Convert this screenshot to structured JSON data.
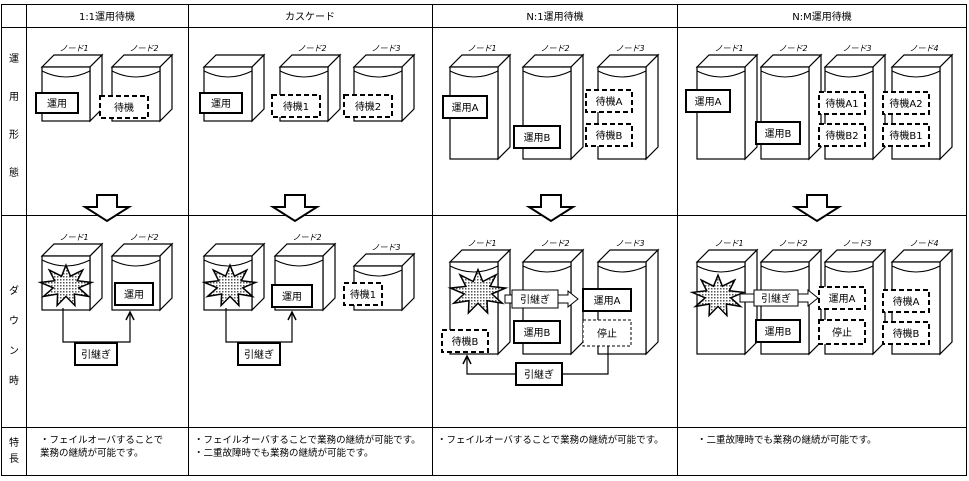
{
  "headers": [
    "1:1運用待機",
    "カスケード",
    "N:1運用待機",
    "N:M運用待機"
  ],
  "row_labels": {
    "operation": "運用形態",
    "down": "ダウン時",
    "feature": "特長"
  },
  "node_labels": [
    "ノード1",
    "ノード2",
    "ノード3",
    "ノード4"
  ],
  "box_labels": {
    "active": "運用",
    "standby": "待機",
    "standby1": "待機1",
    "standby2": "待機2",
    "activeA": "運用A",
    "activeB": "運用B",
    "standbyA": "待機A",
    "standbyB": "待機B",
    "standbyA1": "待機A1",
    "standbyB2": "待機B2",
    "standbyA2": "待機A2",
    "standbyB1": "待機B1",
    "takeover": "引継ぎ",
    "stopped": "停止"
  },
  "features": [
    [
      "・フェイルオーバすることで",
      "業務の継続が可能です。"
    ],
    [
      "・フェイルオーバすることで業務の継続が可能です。",
      "・二重故障時でも業務の継続が可能です。"
    ],
    [
      "・フェイルオーバすることで業務の継続が可能です。"
    ],
    [
      "・二重故障時でも業務の継続が可能です。"
    ]
  ]
}
